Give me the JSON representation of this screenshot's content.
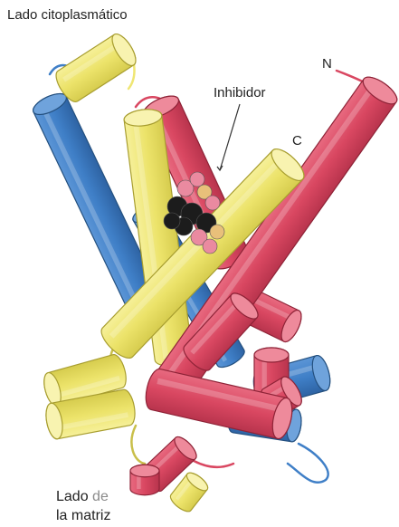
{
  "labels": {
    "cytoplasmic_side": "Lado citoplasmático",
    "inhibitor": "Inhibidor",
    "n_terminus": "N",
    "c_terminus": "C",
    "matrix_side_word1": "Lado",
    "matrix_side_word2": "de",
    "matrix_side_line2": "la matriz"
  },
  "colors": {
    "blue_helix": "#3f7fc7",
    "yellow_helix": "#efe673",
    "red_helix": "#d94761",
    "inhibitor_dark": "#1c1c1c",
    "inhibitor_pink": "#ea8aa0"
  }
}
